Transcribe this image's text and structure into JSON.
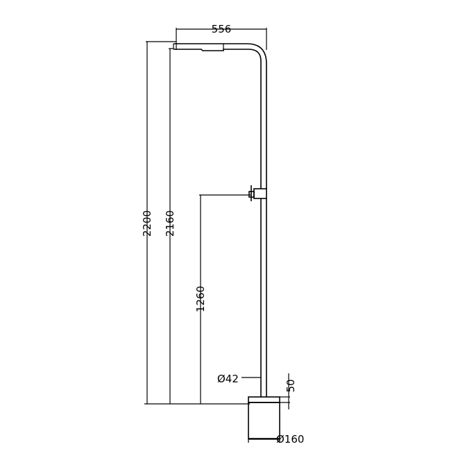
{
  "drawing": {
    "dimensions": {
      "top_width": "556",
      "total_height": "2200",
      "shower_height": "2160",
      "mixer_height": "1260",
      "pipe_diameter": "Ø42",
      "base_height": "50",
      "base_diameter": "Ø160"
    }
  }
}
